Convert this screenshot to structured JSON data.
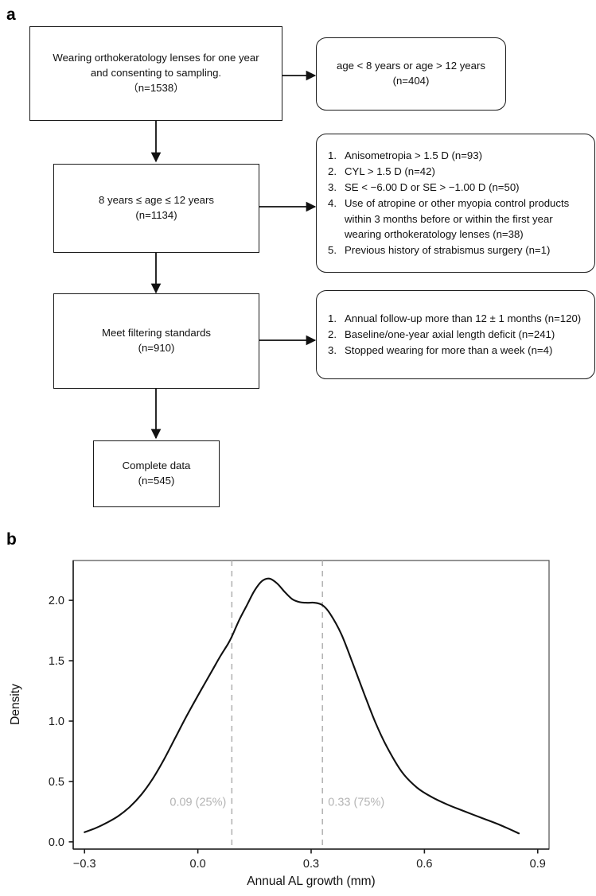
{
  "panels": {
    "a_label": "a",
    "b_label": "b"
  },
  "flowchart": {
    "nodes": [
      {
        "name": "enrollment-box",
        "lines": [
          "Wearing orthokeratology lenses for one year",
          "and consenting to sampling.",
          "（n=1538）"
        ]
      },
      {
        "name": "age-eligible-box",
        "lines": [
          "8 years ≤ age ≤ 12 years",
          "(n=1134)"
        ]
      },
      {
        "name": "filtering-standards-box",
        "lines": [
          "Meet filtering standards",
          "(n=910)"
        ]
      },
      {
        "name": "complete-data-box",
        "lines": [
          "Complete data",
          "(n=545)"
        ]
      }
    ],
    "exclusions": [
      {
        "name": "age-exclusion-box",
        "lines": [
          "age < 8 years or age > 12 years",
          "(n=404)"
        ]
      },
      {
        "name": "criteria-exclusion-box",
        "items": [
          "Anisometropia > 1.5 D (n=93)",
          "CYL > 1.5 D (n=42)",
          "SE < −6.00 D or SE > −1.00 D (n=50)",
          "Use of atropine or other myopia control products within 3 months before or within the first year wearing orthokeratology lenses (n=38)",
          "Previous history of strabismus surgery (n=1)"
        ]
      },
      {
        "name": "followup-exclusion-box",
        "items": [
          "Annual follow-up more than 12 ± 1 months (n=120)",
          "Baseline/one-year axial length deficit (n=241)",
          "Stopped wearing for more than a week (n=4)"
        ]
      }
    ]
  },
  "chart_data": {
    "type": "line",
    "title": "",
    "xlabel": "Annual AL growth (mm)",
    "ylabel": "Density",
    "xlim": [
      -0.33,
      0.93
    ],
    "ylim": [
      -0.06,
      2.33
    ],
    "xticks": [
      "-0.3",
      "0.0",
      "0.3",
      "0.6",
      "0.9"
    ],
    "xtick_values": [
      -0.3,
      0.0,
      0.3,
      0.6,
      0.9
    ],
    "yticks": [
      "0.0",
      "0.5",
      "1.0",
      "1.5",
      "2.0"
    ],
    "ytick_values": [
      0.0,
      0.5,
      1.0,
      1.5,
      2.0
    ],
    "grid": false,
    "legend": "none",
    "series": [
      {
        "name": "Density of annual AL growth",
        "color": "#111111",
        "x": [
          -0.3,
          -0.27,
          -0.24,
          -0.21,
          -0.18,
          -0.15,
          -0.12,
          -0.09,
          -0.06,
          -0.03,
          0.0,
          0.02,
          0.04,
          0.06,
          0.08,
          0.09,
          0.11,
          0.13,
          0.15,
          0.17,
          0.19,
          0.21,
          0.23,
          0.25,
          0.27,
          0.29,
          0.31,
          0.33,
          0.35,
          0.38,
          0.41,
          0.44,
          0.47,
          0.5,
          0.54,
          0.58,
          0.62,
          0.66,
          0.7,
          0.75,
          0.8,
          0.85
        ],
        "y": [
          0.08,
          0.115,
          0.16,
          0.215,
          0.29,
          0.39,
          0.52,
          0.68,
          0.86,
          1.04,
          1.21,
          1.32,
          1.43,
          1.54,
          1.64,
          1.7,
          1.84,
          1.96,
          2.08,
          2.16,
          2.18,
          2.14,
          2.07,
          2.01,
          1.985,
          1.98,
          1.98,
          1.96,
          1.89,
          1.72,
          1.48,
          1.23,
          0.99,
          0.79,
          0.58,
          0.45,
          0.37,
          0.31,
          0.26,
          0.2,
          0.14,
          0.07
        ]
      }
    ],
    "annotations": [
      {
        "name": "q25-line",
        "label": "0.09 (25%)",
        "x": 0.09,
        "style": "dashed-vline",
        "color": "#b4b4b4",
        "align": "right"
      },
      {
        "name": "q75-line",
        "label": "0.33 (75%)",
        "x": 0.33,
        "style": "dashed-vline",
        "color": "#b4b4b4",
        "align": "left"
      }
    ]
  }
}
